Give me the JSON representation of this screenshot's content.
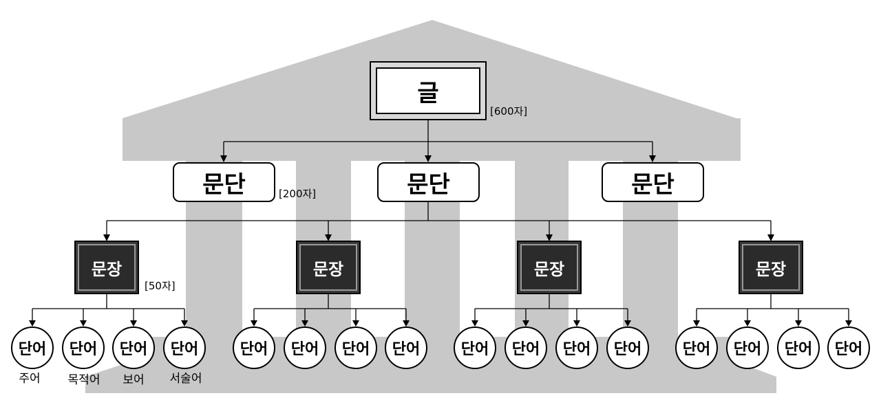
{
  "title_node": {
    "label": "글",
    "note": "[600자]"
  },
  "paragraphs": [
    {
      "label": "문단",
      "note": "[200자]"
    },
    {
      "label": "문단"
    },
    {
      "label": "문단"
    }
  ],
  "sentences": [
    {
      "label": "문장",
      "note": "[50자]"
    },
    {
      "label": "문장"
    },
    {
      "label": "문장"
    },
    {
      "label": "문장"
    }
  ],
  "word_label": "단어",
  "word_roles": [
    "주어",
    "목적어",
    "보어",
    "서술어"
  ],
  "colors": {
    "temple": "#c8c8c8",
    "sentence_fill": "#2b2b2b",
    "node_border": "#000000"
  }
}
